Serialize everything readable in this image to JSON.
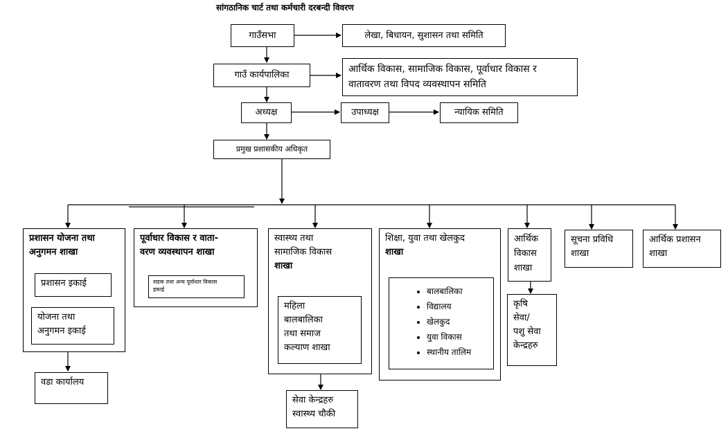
{
  "title": "सांगठानिक चार्ट तथा कर्मचारी दरबन्दी विवरण",
  "top": {
    "gausabha": "गाउँसभा",
    "committees": "लेखा, बिधायन, सुशासन तथा समिति",
    "karyapalika": "गाउँ कार्यपालिका",
    "karyapalika_committees": [
      "आर्थिक विकास, सामाजिक विकास, पूर्वाधार विकास र",
      "वातावरण तथा विपद  व्यवस्थापन  समिति"
    ],
    "chair": "अध्यक्ष",
    "vice_chair": "उपाध्यक्ष",
    "judicial": "न्यायिक समिति",
    "cao": "प्रमुख प्रशासकीय अधिकृत"
  },
  "branches": {
    "admin": {
      "title": [
        "प्रशासन योजना तथा",
        "अनुगमन शाखा"
      ],
      "unit1": "प्रशासन इकाई",
      "unit2": [
        "योजना तथा",
        "अनुगमन इकाई"
      ],
      "ward": "वडा कार्यालय"
    },
    "infra": {
      "title": [
        "पूर्वाधार विकास र वाता-",
        "वरण व्यवस्थापन शाखा"
      ],
      "sub": [
        "सडक तथा अन्य पूर्वाधार विकास",
        "इकाई"
      ]
    },
    "health": {
      "title": [
        "स्वास्थ्य तथा",
        "सामाजिक विकास",
        "शाखा"
      ],
      "sub": [
        "महिला",
        "बालबालिका",
        "तथा समाज",
        "कल्याण शाखा"
      ],
      "centers": [
        "सेवा केन्द्रहरु",
        "स्वास्थ्य  चौकी"
      ]
    },
    "education": {
      "title": [
        "शिक्षा, युवा तथा खेलकुद",
        "शाखा"
      ],
      "items": [
        "बालबालिका",
        "विद्यालय",
        "खेलकुद",
        "युवा विकास",
        "स्थानीय तालिम"
      ]
    },
    "economic": {
      "title": [
        "आर्थिक",
        "विकास",
        "शाखा"
      ],
      "sub": [
        "कृषि",
        "सेवा/",
        "पशु सेवा",
        "केन्द्रहरु"
      ]
    },
    "it": {
      "title": [
        "सूचना प्रविधि",
        "शाखा"
      ]
    },
    "finance": {
      "title": [
        "आर्थिक प्रशासन",
        "शाखा"
      ]
    }
  }
}
